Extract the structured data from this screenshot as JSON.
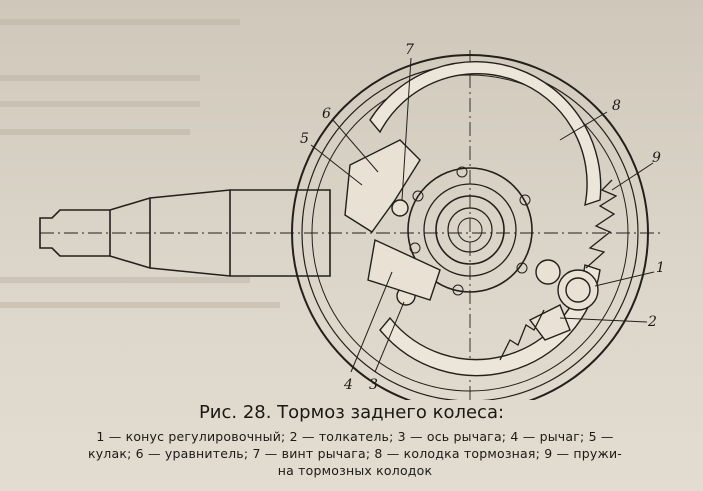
{
  "figure": {
    "callouts": [
      "1",
      "2",
      "3",
      "4",
      "5",
      "6",
      "7",
      "8",
      "9"
    ]
  },
  "caption": {
    "title": "Рис. 28. Тормоз заднего колеса:",
    "legend_lines": [
      "1 — конус регулировочный; 2 — толкатель; 3 — ось рычага; 4 — рычаг; 5 —",
      "кулак; 6 — уравнитель; 7 — винт рычага; 8 — колодка тормозная; 9 — пружи-",
      "на тормозных колодок"
    ]
  }
}
